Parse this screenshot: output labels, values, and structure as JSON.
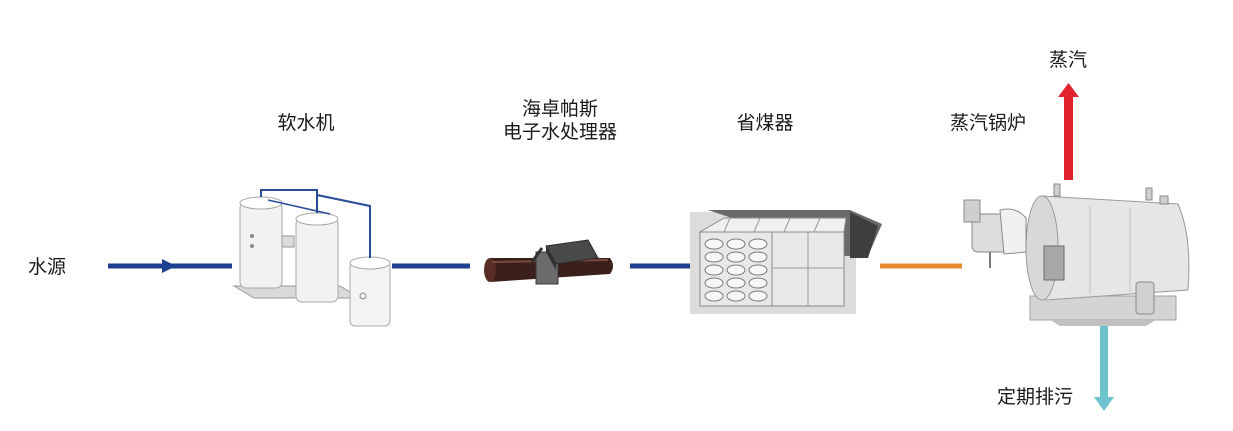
{
  "labels": {
    "water_source": "水源",
    "softener": "软水机",
    "processor_line1": "海卓帕斯",
    "processor_line2": "电子水处理器",
    "economizer": "省煤器",
    "boiler": "蒸汽锅炉",
    "steam": "蒸汽",
    "blowdown": "定期排污"
  },
  "colors": {
    "water_pipe": "#1f3f91",
    "hot_pipe": "#e58a2e",
    "steam_arrow": "#e0232d",
    "blowdown_arrow": "#6fc3cf",
    "equipment_fill": "#f2f2f2",
    "equipment_stroke": "#9a9a9a"
  },
  "icons": {
    "softener": "water-softener-icon",
    "processor": "electronic-water-processor-icon",
    "economizer": "economizer-icon",
    "boiler": "steam-boiler-icon"
  }
}
